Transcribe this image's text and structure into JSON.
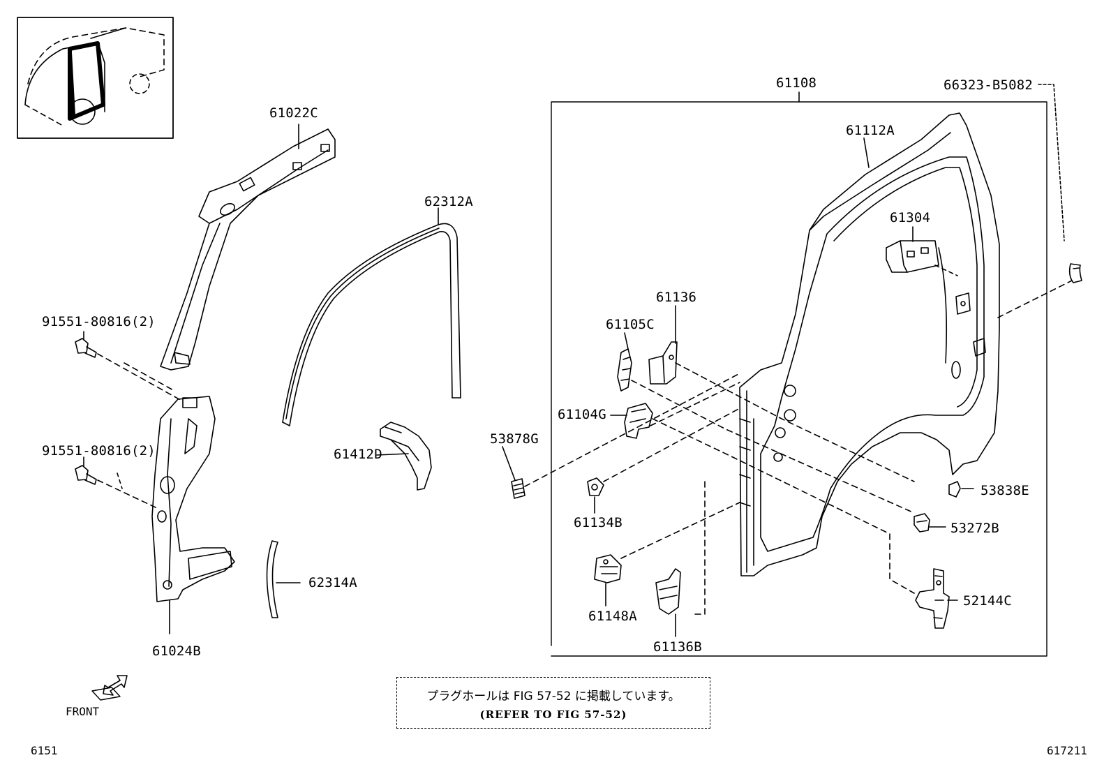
{
  "labels": {
    "p61022C": "61022C",
    "p62312A": "62312A",
    "p91551_top": "91551-80816(2)",
    "p91551_bottom": "91551-80816(2)",
    "p61024B": "61024B",
    "p62314A": "62314A",
    "p61412D": "61412D",
    "p53878G": "53878G",
    "p61108": "61108",
    "p66323": "66323-B5082",
    "p61112A": "61112A",
    "p61304": "61304",
    "p61136": "61136",
    "p61105C": "61105C",
    "p61104G": "61104G",
    "p61134B": "61134B",
    "p61148A": "61148A",
    "p61136B": "61136B",
    "p53838E": "53838E",
    "p53272B": "53272B",
    "p52144C": "52144C"
  },
  "front_label": "FRONT",
  "note": {
    "jp": "プラグホールは FIG 57-52 に掲載しています。",
    "en": "(REFER TO FIG 57-52)"
  },
  "corner": {
    "left": "6151",
    "right": "617211"
  }
}
